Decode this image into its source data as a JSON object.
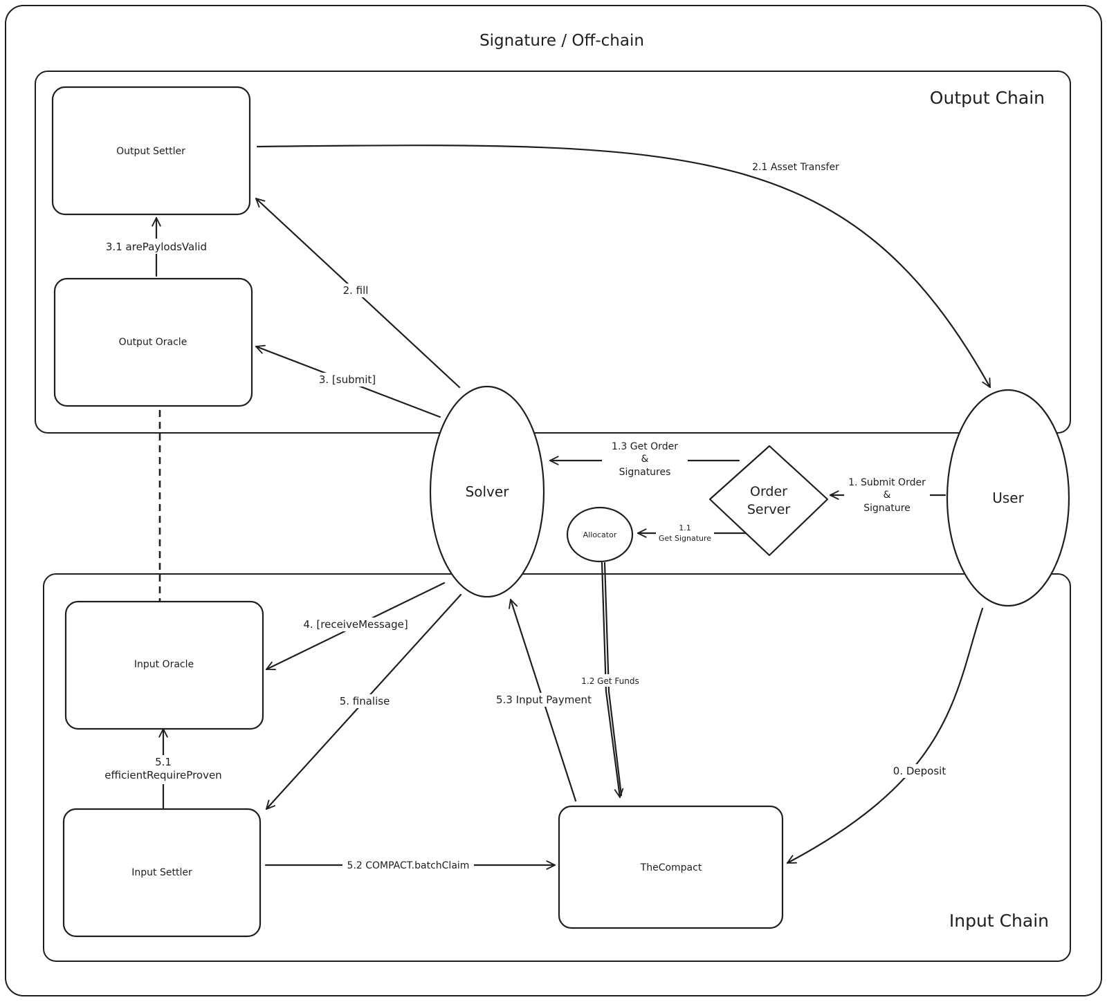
{
  "title": "Signature / Off-chain",
  "regions": {
    "output_chain": "Output Chain",
    "input_chain": "Input Chain"
  },
  "nodes": {
    "output_settler": "Output Settler",
    "output_oracle": "Output Oracle",
    "input_oracle": "Input Oracle",
    "input_settler": "Input Settler",
    "the_compact": "TheCompact",
    "solver": "Solver",
    "user": "User",
    "order_server": [
      "Order",
      "Server"
    ],
    "allocator": "Allocator"
  },
  "edges": {
    "asset_transfer": "2.1 Asset Transfer",
    "are_payloads_valid": "3.1 arePaylodsValid",
    "fill": "2. fill",
    "submit": "3. [submit]",
    "get_order_signatures": [
      "1.3 Get Order",
      "&",
      "Signatures"
    ],
    "submit_order_signature": [
      "1. Submit Order",
      "&",
      "Signature"
    ],
    "get_signature": [
      "1.1",
      "Get Signature"
    ],
    "receive_message": "4. [receiveMessage]",
    "finalise": "5. finalise",
    "efficient_require_proven": [
      "5.1",
      "efficientRequireProven"
    ],
    "batch_claim": "5.2 COMPACT.batchClaim",
    "input_payment": "5.3 Input Payment",
    "get_funds": "1.2 Get Funds",
    "deposit": "0. Deposit"
  },
  "colors": {
    "stroke": "#1e1e1e",
    "background": "#ffffff"
  }
}
